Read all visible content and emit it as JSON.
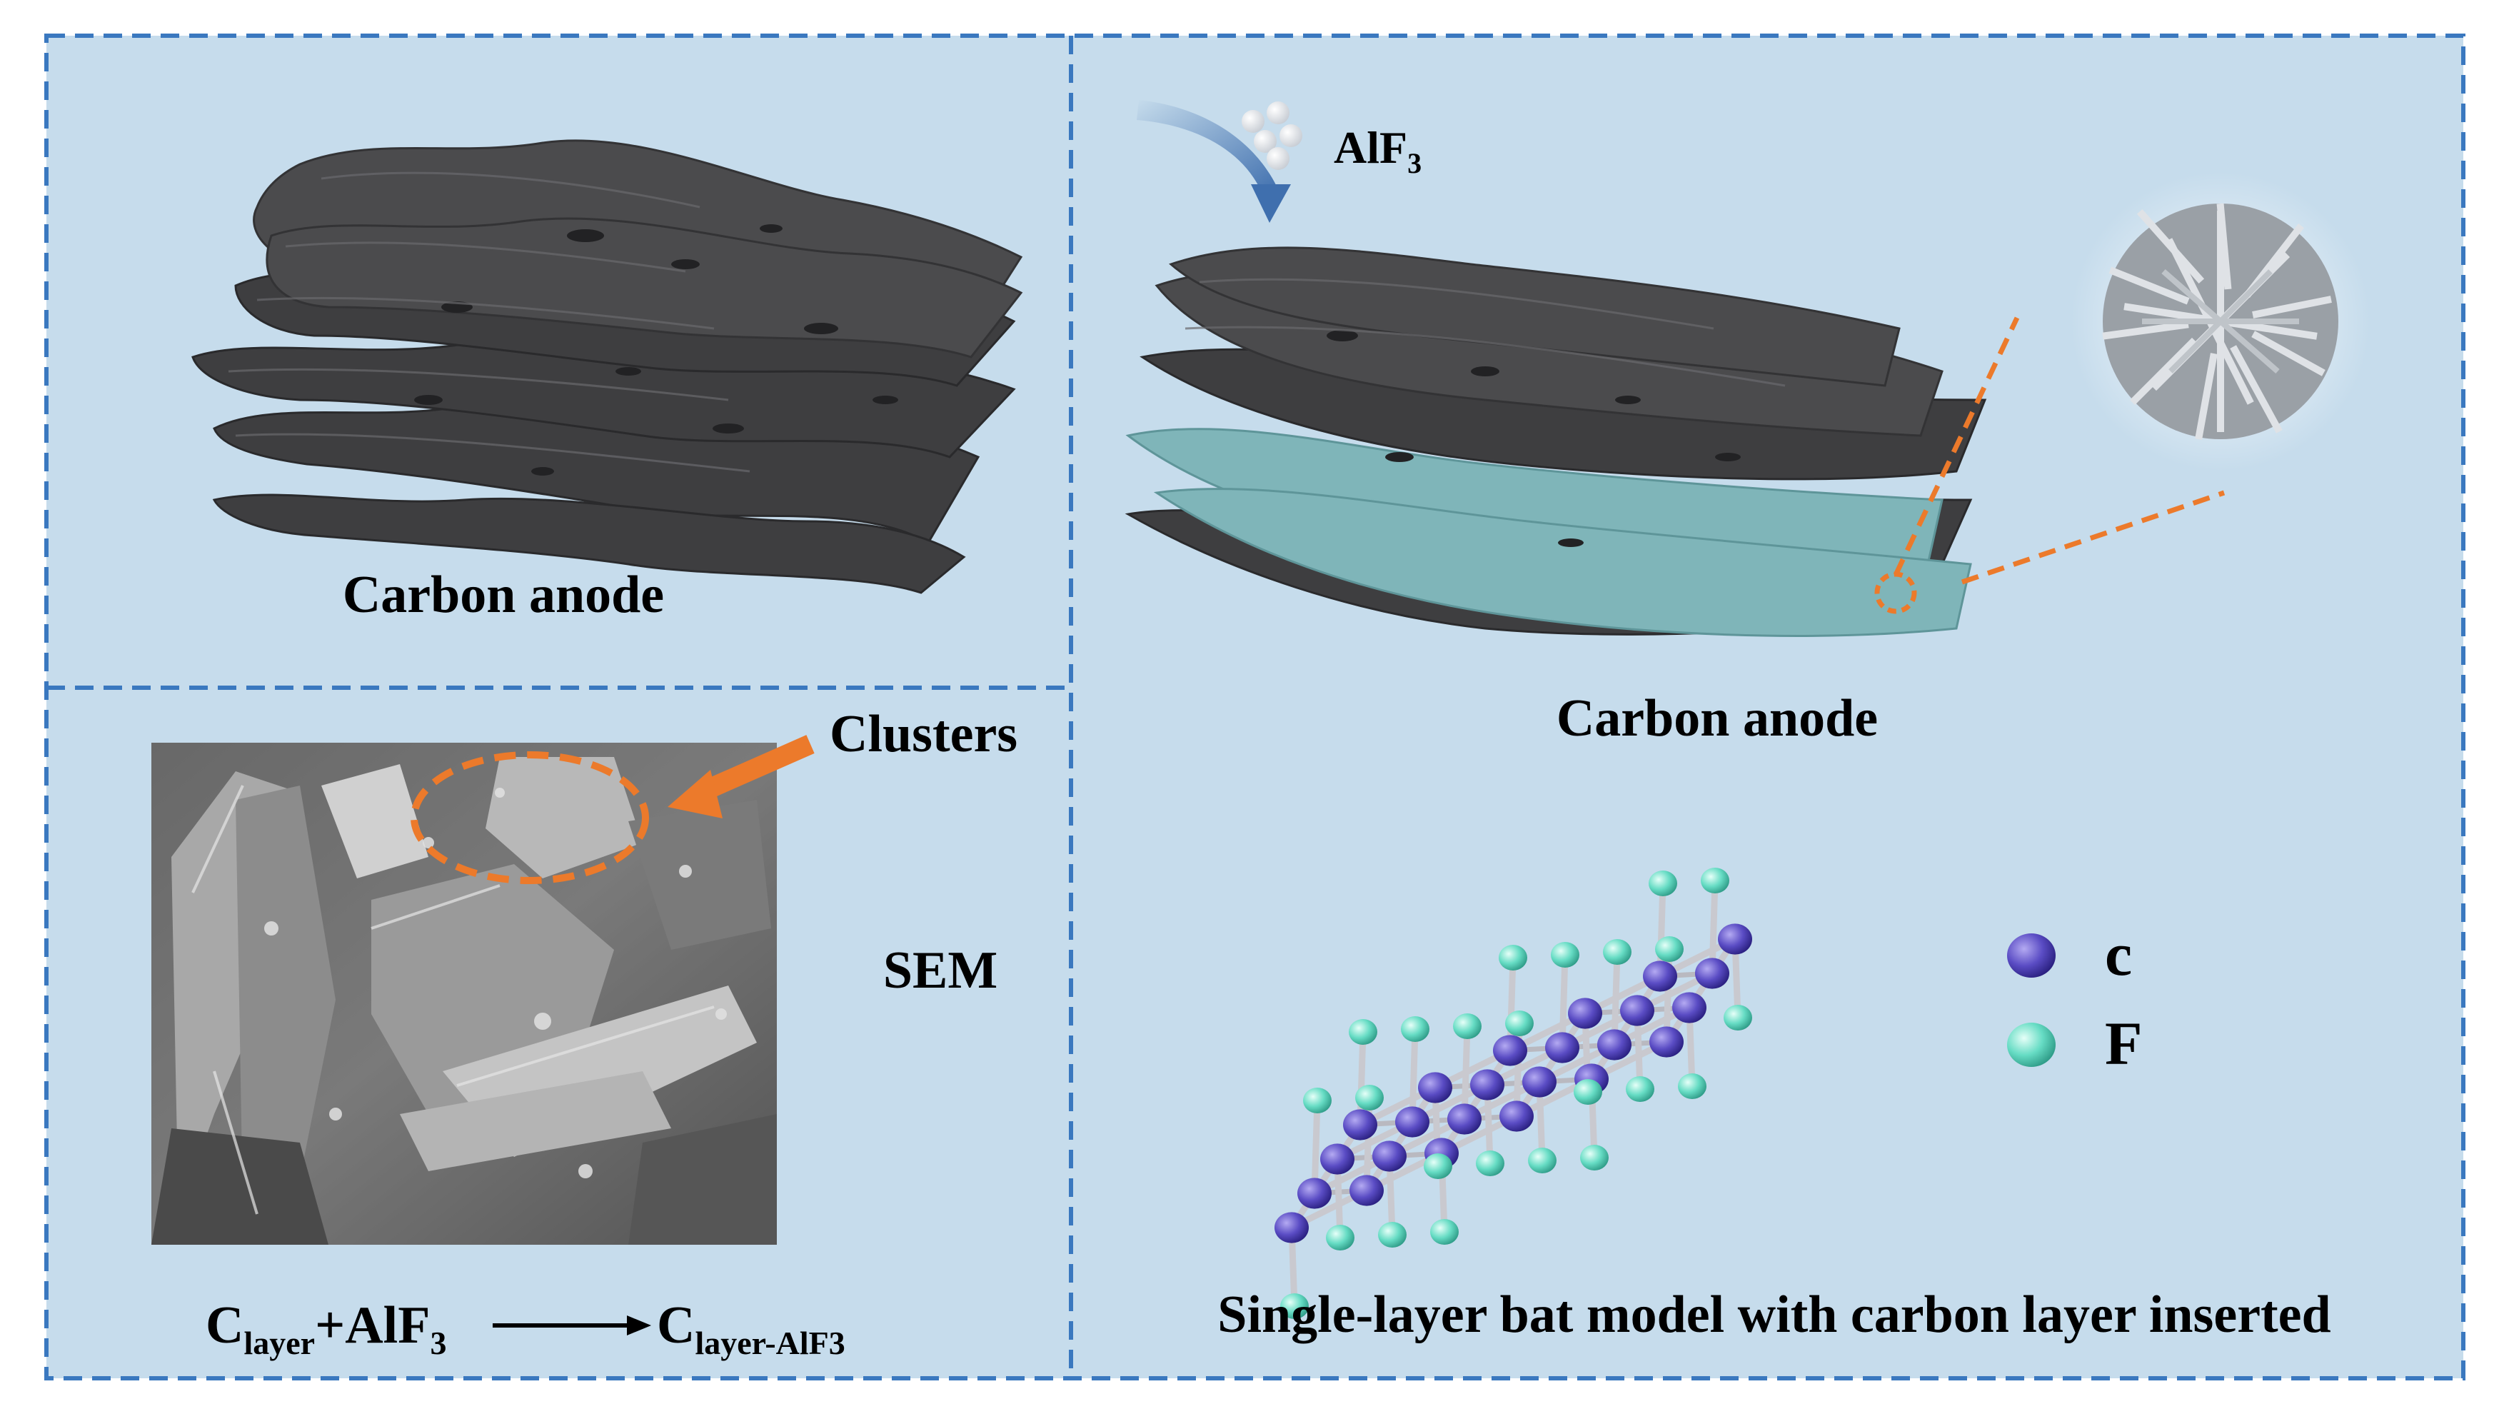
{
  "colors": {
    "panel_background": "#c6dcec",
    "dashed_border": "#3a78bf",
    "carbon_sheet": "#4a4a4c",
    "fluorinated_sheet": "#7fb5b9",
    "highlight_orange": "#ec7a2b",
    "carbon_atom": "#5a4cc4",
    "fluorine_atom": "#66dcc4",
    "bond": "#c9c9cf"
  },
  "panels": {
    "top_left": {
      "label": "Carbon anode"
    },
    "bottom_left": {
      "annotation": "Clusters",
      "technique": "SEM",
      "reaction": {
        "reactant_base": "C",
        "reactant_sub": "layer",
        "plus": "+AlF",
        "plus_sub": "3",
        "product_base": "C",
        "product_sub": "layer-AlF3"
      }
    },
    "right": {
      "reagent": {
        "base": "AlF",
        "sub": "3"
      },
      "label": "Carbon anode",
      "caption": "Single-layer bat model with carbon layer inserted",
      "legend": [
        {
          "symbol": "c",
          "color_key": "carbon_atom"
        },
        {
          "symbol": "F",
          "color_key": "fluorine_atom"
        }
      ]
    }
  }
}
